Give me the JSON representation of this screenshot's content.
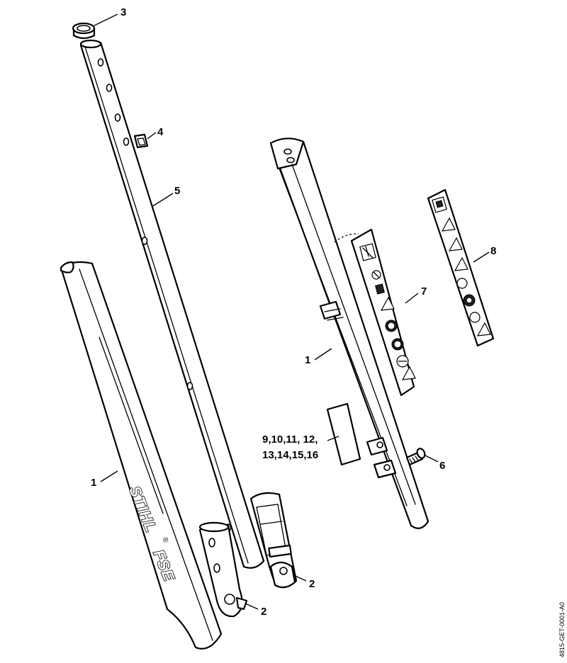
{
  "callouts": {
    "c3": "3",
    "c4": "4",
    "c5": "5",
    "c1_left": "1",
    "c1_right": "1",
    "c7": "7",
    "c8": "8",
    "c6": "6",
    "c2_left": "2",
    "c2_right": "2",
    "c_group_line1": "9,10,11, 12,",
    "c_group_line2": "13,14,15,16"
  },
  "shroud_branding": {
    "brand": "STIHL",
    "registered": "®",
    "model": "FSE"
  },
  "drawing_reference": "4815-GET-0001-A0"
}
